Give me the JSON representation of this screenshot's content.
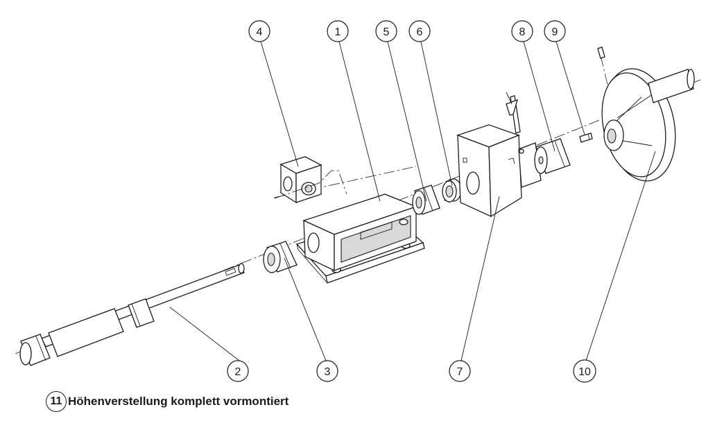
{
  "diagram": {
    "parts": [
      {
        "number": "1"
      },
      {
        "number": "2"
      },
      {
        "number": "3"
      },
      {
        "number": "4"
      },
      {
        "number": "5"
      },
      {
        "number": "6"
      },
      {
        "number": "7"
      },
      {
        "number": "8"
      },
      {
        "number": "9"
      },
      {
        "number": "10"
      }
    ],
    "caption": {
      "number": "11",
      "text": "Höhenverstellung komplett vormontiert"
    }
  }
}
